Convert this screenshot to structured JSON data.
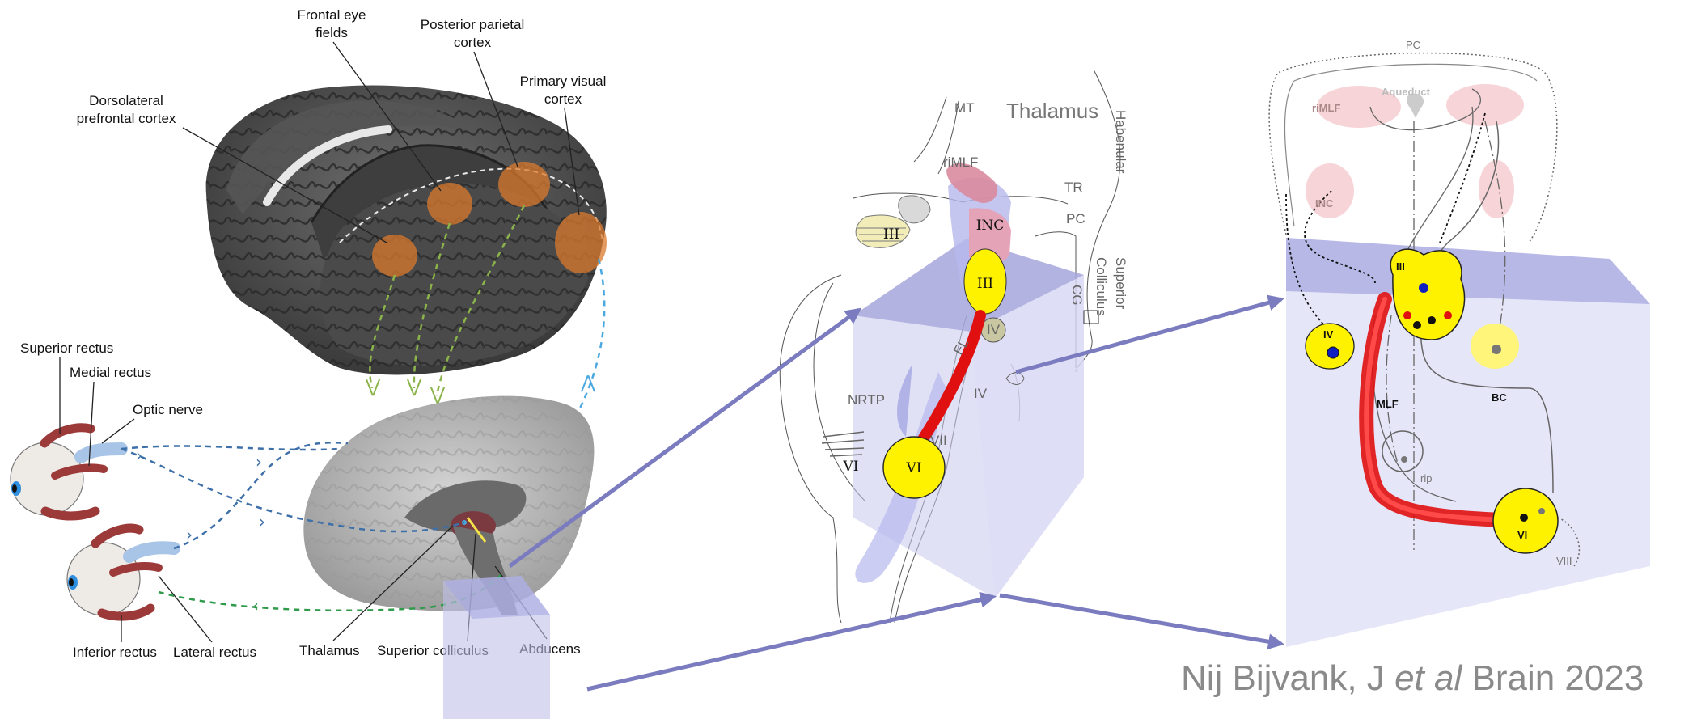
{
  "brain_labels": {
    "frontal_eye_fields": [
      "Frontal eye",
      "fields"
    ],
    "posterior_parietal": [
      "Posterior parietal",
      "cortex"
    ],
    "primary_visual": [
      "Primary visual",
      "cortex"
    ],
    "dorsolateral": [
      "Dorsolateral",
      "prefrontal cortex"
    ]
  },
  "eye_labels": {
    "superior_rectus": "Superior rectus",
    "medial_rectus": "Medial rectus",
    "optic_nerve": "Optic nerve",
    "inferior_rectus": "Inferior rectus",
    "lateral_rectus": "Lateral rectus"
  },
  "sagittal_labels": {
    "thalamus": "Thalamus",
    "superior_colliculus": "Superior colliculus",
    "abducens": "Abducens"
  },
  "middle_panel": {
    "mt": "MT",
    "thalamus": "Thalamus",
    "habenular": "Habenular",
    "rimlf": "riMLF",
    "tr": "TR",
    "pc": "PC",
    "inc": "INC",
    "cg": "CG",
    "superior_colliculus": [
      "Superior",
      "Colliculus"
    ],
    "iii": "III",
    "iv": "IV",
    "vi": "VI",
    "vii": "VII",
    "nrtp": "NRTP",
    "fl": "FL"
  },
  "right_panel": {
    "pc": "PC",
    "rimlf": "riMLF",
    "aqueduct": "Aqueduct",
    "inc": "INC",
    "iii": "III",
    "iv": "IV",
    "mlf": "MLF",
    "bc": "BC",
    "rip": "rip",
    "vi": "VI",
    "viii": "VIII"
  },
  "credit": {
    "author": "Nij Bijvank, J ",
    "etal": "et al",
    "journal": " Brain 2023"
  },
  "colors": {
    "arrow": "#7b7bbf",
    "box": "#c9c9ee",
    "nucleus_yellow": "#fff200",
    "mlf_red": "#e01010",
    "inc_pink": "#d98a9e",
    "cortex_orange": "#d97a2e"
  }
}
